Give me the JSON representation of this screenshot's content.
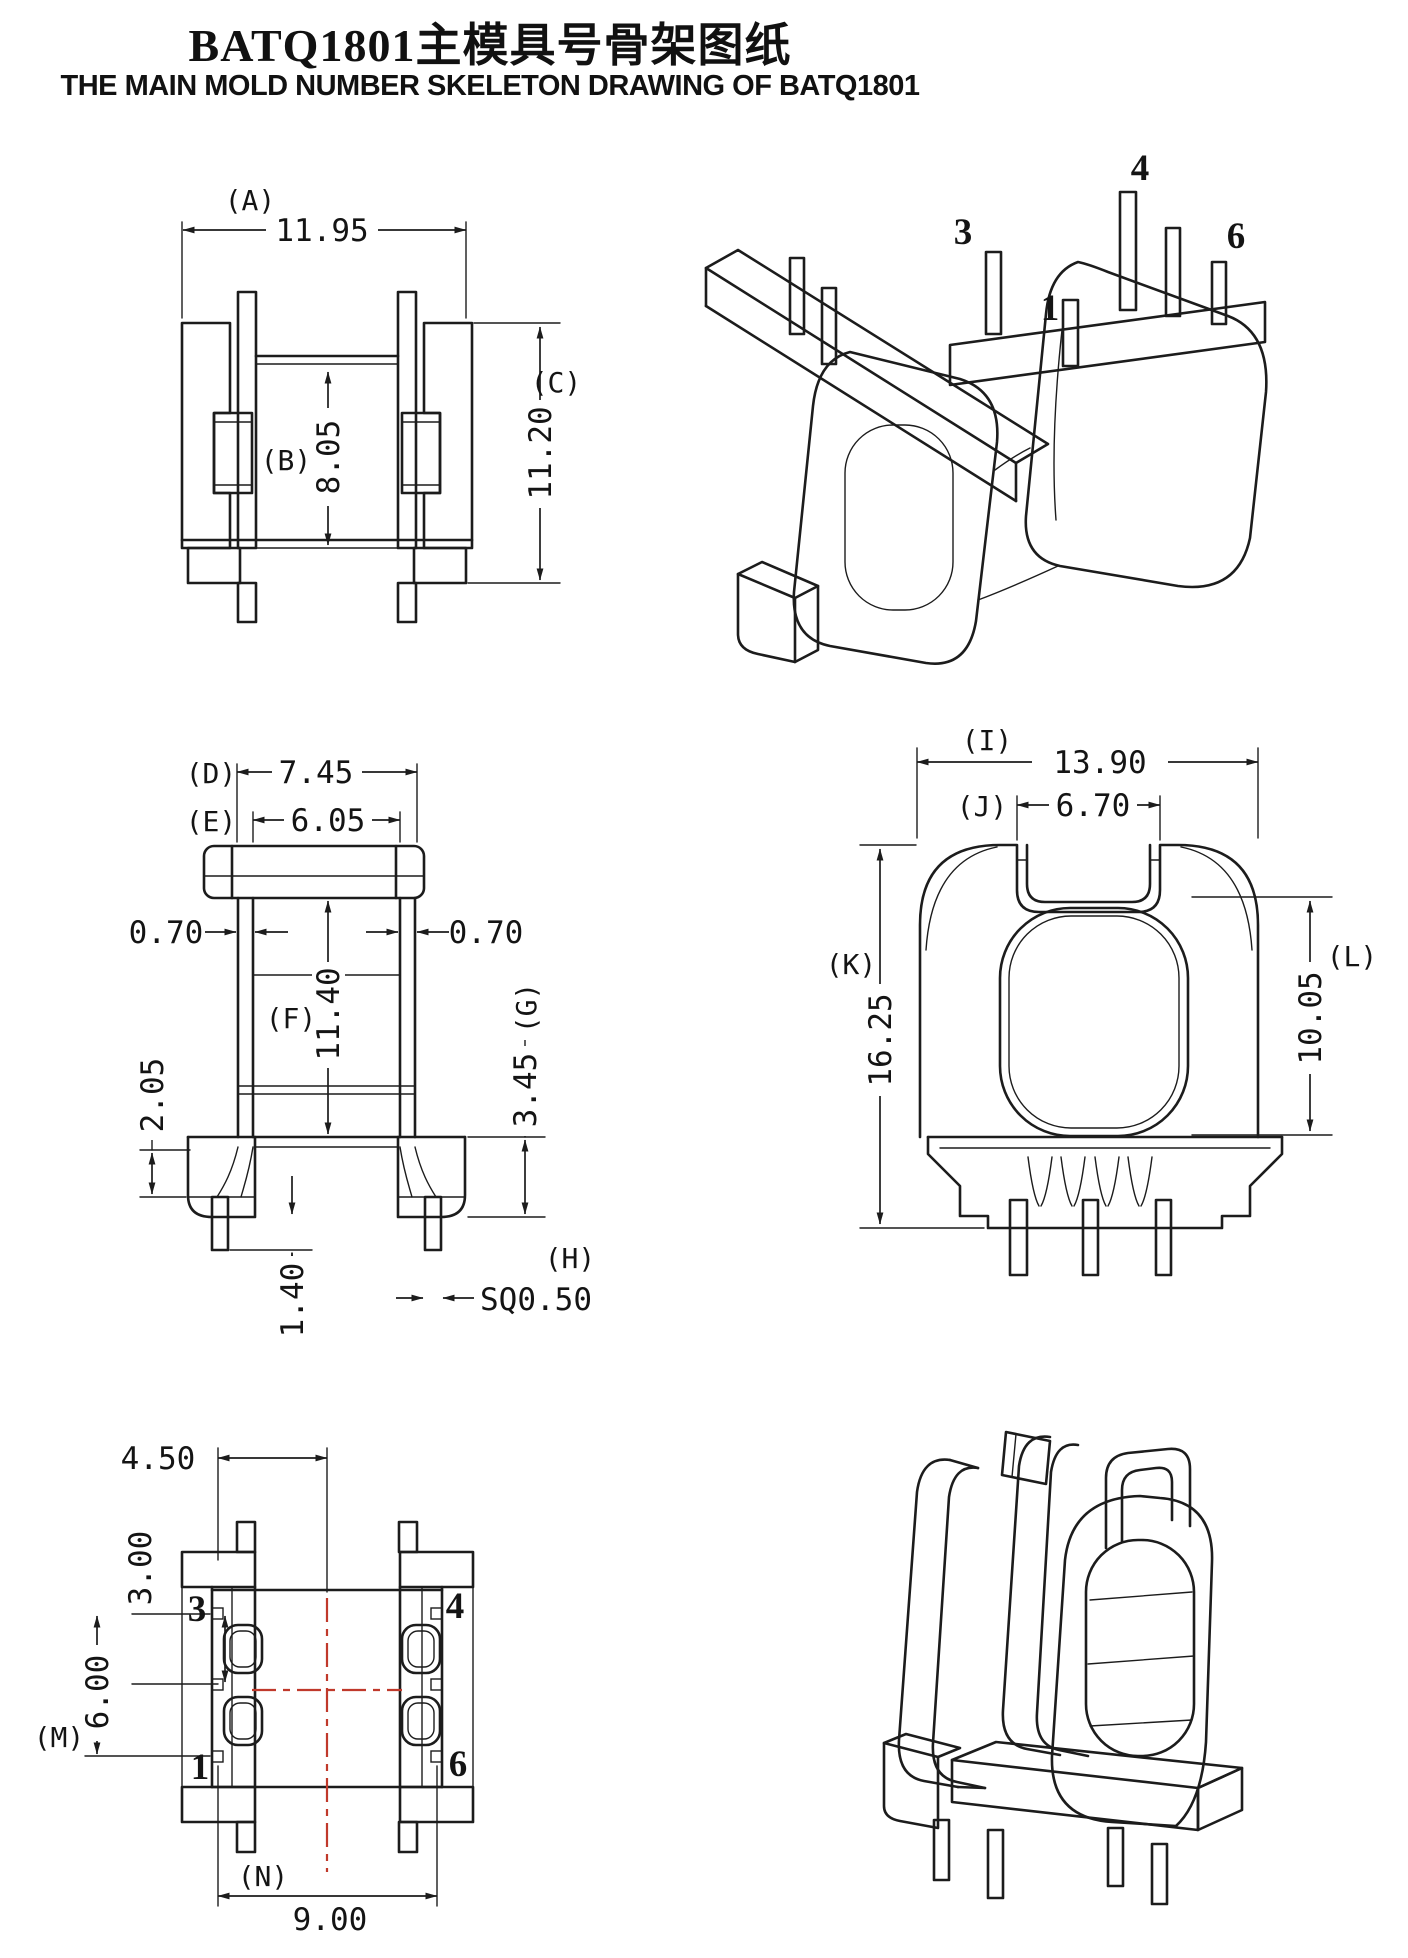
{
  "title": "BATQ1801主模具号骨架图纸",
  "subtitle": "THE MAIN MOLD NUMBER SKELETON DRAWING OF BATQ1801",
  "colors": {
    "line": "#1c1c1c",
    "centerline": "#c0392b",
    "bg": "#ffffff"
  },
  "views": {
    "front": {
      "dims": {
        "A": {
          "label": "(A)",
          "value": "11.95"
        },
        "B": {
          "label": "(B)",
          "value": "8.05"
        },
        "C": {
          "label": "(C)",
          "value": "11.20"
        }
      }
    },
    "iso_top": {
      "pin_labels": {
        "p3": "3",
        "p4": "4",
        "p1": "1",
        "p6": "6"
      }
    },
    "side": {
      "dims": {
        "D": {
          "label": "(D)",
          "value": "7.45"
        },
        "E": {
          "label": "(E)",
          "value": "6.05"
        },
        "wall_left": {
          "value": "0.70"
        },
        "wall_right": {
          "value": "0.70"
        },
        "F": {
          "label": "(F)",
          "value": "11.40"
        },
        "step": {
          "value": "2.05"
        },
        "G": {
          "label": "(G)",
          "value": "3.45"
        },
        "pin_length": {
          "value": "1.40"
        },
        "H": {
          "label": "(H)",
          "value": "SQ0.50"
        }
      }
    },
    "end": {
      "dims": {
        "I": {
          "label": "(I)",
          "value": "13.90"
        },
        "J": {
          "label": "(J)",
          "value": "6.70"
        },
        "K": {
          "label": "(K)",
          "value": "16.25"
        },
        "L": {
          "label": "(L)",
          "value": "10.05"
        }
      }
    },
    "bottom": {
      "dims": {
        "pin_offset": {
          "value": "4.50"
        },
        "row_pitch": {
          "value": "3.00"
        },
        "row_span": {
          "value": "6.00"
        },
        "M": {
          "label": "(M)"
        },
        "N": {
          "label": "(N)",
          "value": "9.00"
        }
      },
      "pin_labels": {
        "p3": "3",
        "p4": "4",
        "p1": "1",
        "p6": "6"
      }
    }
  }
}
